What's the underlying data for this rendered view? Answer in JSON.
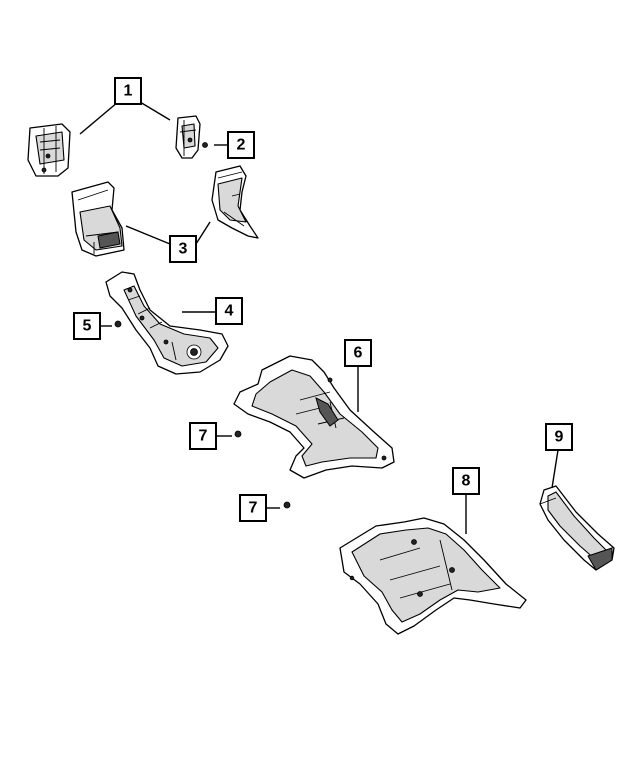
{
  "callouts": [
    {
      "id": "c1",
      "label": "1"
    },
    {
      "id": "c2",
      "label": "2"
    },
    {
      "id": "c3",
      "label": "3"
    },
    {
      "id": "c4",
      "label": "4"
    },
    {
      "id": "c5",
      "label": "5"
    },
    {
      "id": "c6",
      "label": "6"
    },
    {
      "id": "c7a",
      "label": "7"
    },
    {
      "id": "c7b",
      "label": "7"
    },
    {
      "id": "c8",
      "label": "8"
    },
    {
      "id": "c9",
      "label": "9"
    }
  ]
}
